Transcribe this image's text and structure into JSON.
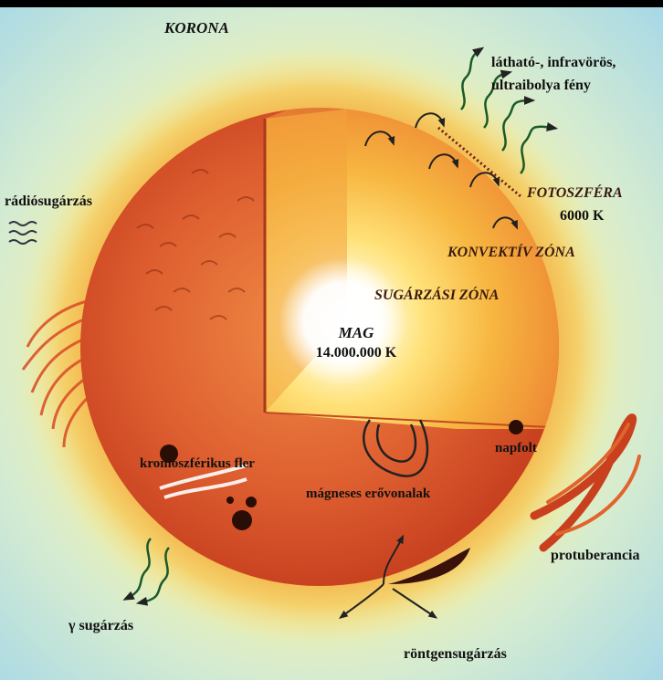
{
  "labels": {
    "korona": "KORONA",
    "light_line1": "látható-, infravörös,",
    "light_line2": "ultraibolya fény",
    "radio": "rádiósugárzás",
    "fotoszfera": "FOTOSZFÉRA",
    "fotoszfera_temp": "6000 K",
    "konvektiv": "KONVEKTÍV ZÓNA",
    "sugarzasi": "SUGÁRZÁSI ZÓNA",
    "mag": "MAG",
    "mag_temp": "14.000.000 K",
    "napfolt": "napfolt",
    "fler": "kromoszférikus fler",
    "erovonalak": "mágneses erővonalak",
    "protuberancia": "protuberancia",
    "gamma": "γ sugárzás",
    "rontgen": "röntgensugárzás"
  },
  "colors": {
    "background": "#bfe3ea",
    "corona": "#f5e26a",
    "surface": "#d9562a",
    "core": "#ffffff",
    "text": "#111111"
  }
}
